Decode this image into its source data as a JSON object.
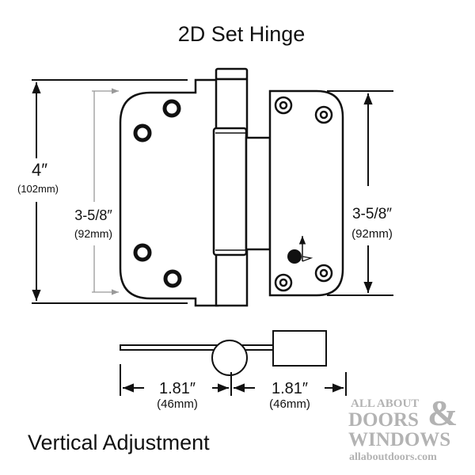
{
  "title": "2D Set Hinge",
  "caption": "Vertical Adjustment",
  "dimensions": {
    "overall_height": {
      "inch": "4″",
      "mm": "(102mm)"
    },
    "left_leaf_height": {
      "inch": "3-5/8″",
      "mm": "(92mm)"
    },
    "right_leaf_height": {
      "inch": "3-5/8″",
      "mm": "(92mm)"
    },
    "left_width": {
      "inch": "1.81″",
      "mm": "(46mm)"
    },
    "right_width": {
      "inch": "1.81″",
      "mm": "(46mm)"
    }
  },
  "logo": {
    "line1": "ALL ABOUT",
    "line2": "DOORS",
    "ampersand": "&",
    "line3": "WINDOWS",
    "url": "allaboutdoors.com"
  },
  "colors": {
    "line": "#111111",
    "dim_gray": "#999999",
    "logo": "#b3b3b3"
  }
}
